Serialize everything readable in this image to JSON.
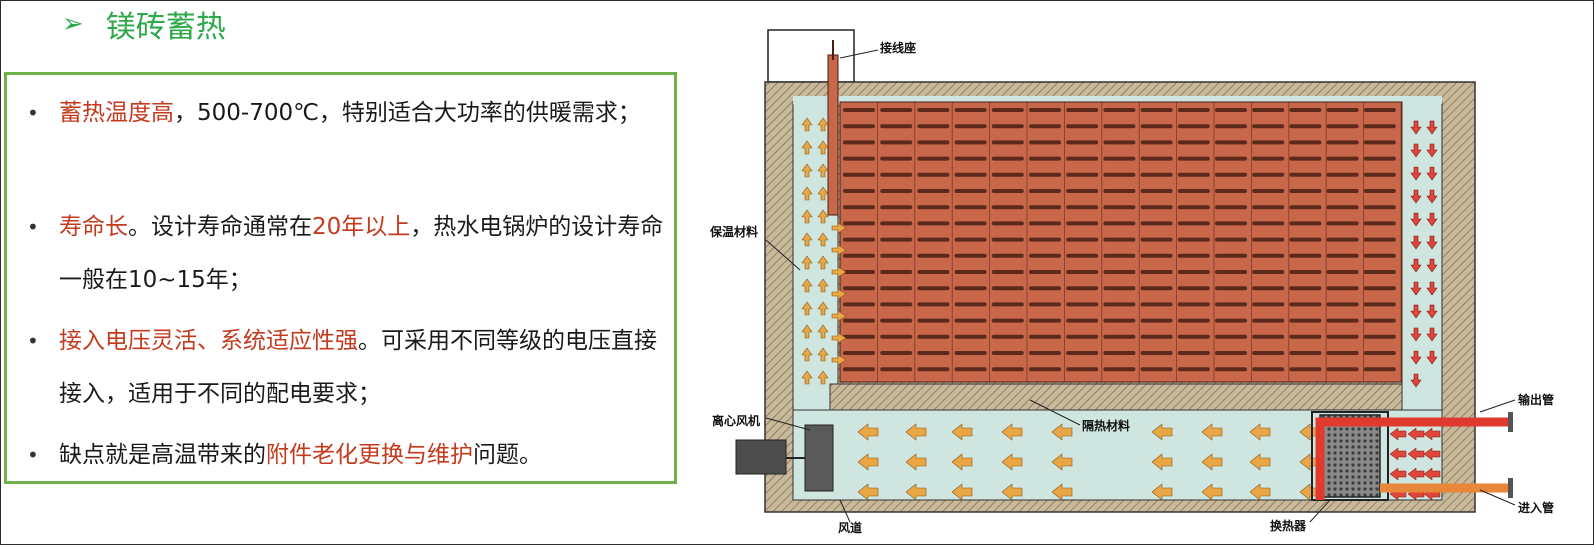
{
  "title": "镁砖蓄热",
  "bullets": [
    {
      "lead": "蓄热温度高",
      "rest": "，500-700℃，特别适合大功率的供暖需求；"
    },
    {
      "lead": "寿命长",
      "mid": "。设计寿命通常在",
      "highlight": "20年以上",
      "rest": "，热水电锅炉的设计寿命一般在10~15年；"
    },
    {
      "lead": "接入电压灵活、系统适应性强",
      "rest": "。可采用不同等级的电压直接接入，适用于不同的配电要求；"
    },
    {
      "pre": "缺点就是高温带来的",
      "highlight": "附件老化更换与维护",
      "rest": "问题。"
    }
  ],
  "diagram": {
    "labels": {
      "terminal": "接线座",
      "insulation": "保温材料",
      "fan": "离心风机",
      "heat_insulation": "隔热材料",
      "outlet": "输出管",
      "inlet": "进入管",
      "duct": "风道",
      "heat_exchanger": "换热器"
    },
    "colors": {
      "brick": "#c9674a",
      "brick_dark": "#4a1f12",
      "insulation_fill": "#c8b99a",
      "air": "#cfe6e0",
      "arrow_up": "#e8a645",
      "arrow_down": "#e0443a",
      "pipe_out": "#e03a2e",
      "pipe_in": "#e8873a"
    }
  }
}
